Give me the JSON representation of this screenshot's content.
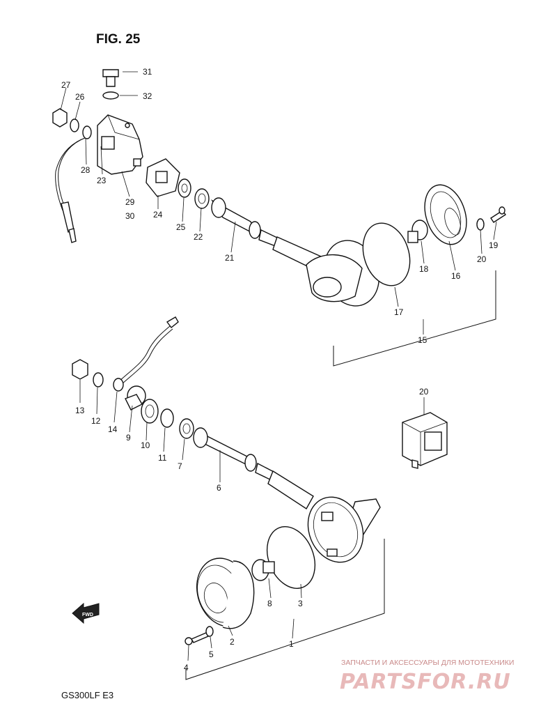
{
  "figure": {
    "title": "FIG. 25",
    "model": "GS300LF  E3"
  },
  "watermark": {
    "tagline": "ЗАПЧАСТИ И АКСЕССУАРЫ ДЛЯ МОТОТЕХНИКИ",
    "brand": "PARTSFOR.RU"
  },
  "arrow": {
    "label": "FWD"
  },
  "callouts": {
    "c1": "1",
    "c2": "2",
    "c3": "3",
    "c4": "4",
    "c5": "5",
    "c6": "6",
    "c7": "7",
    "c8": "8",
    "c9": "9",
    "c10": "10",
    "c11": "11",
    "c12": "12",
    "c13": "13",
    "c14": "14",
    "c15": "15",
    "c16": "16",
    "c17": "17",
    "c18": "18",
    "c19": "19",
    "c20a": "20",
    "c20b": "20",
    "c21": "21",
    "c22": "22",
    "c23": "23",
    "c24": "24",
    "c25": "25",
    "c26": "26",
    "c27": "27",
    "c28": "28",
    "c29": "29",
    "c30": "30",
    "c31": "31",
    "c32": "32"
  }
}
